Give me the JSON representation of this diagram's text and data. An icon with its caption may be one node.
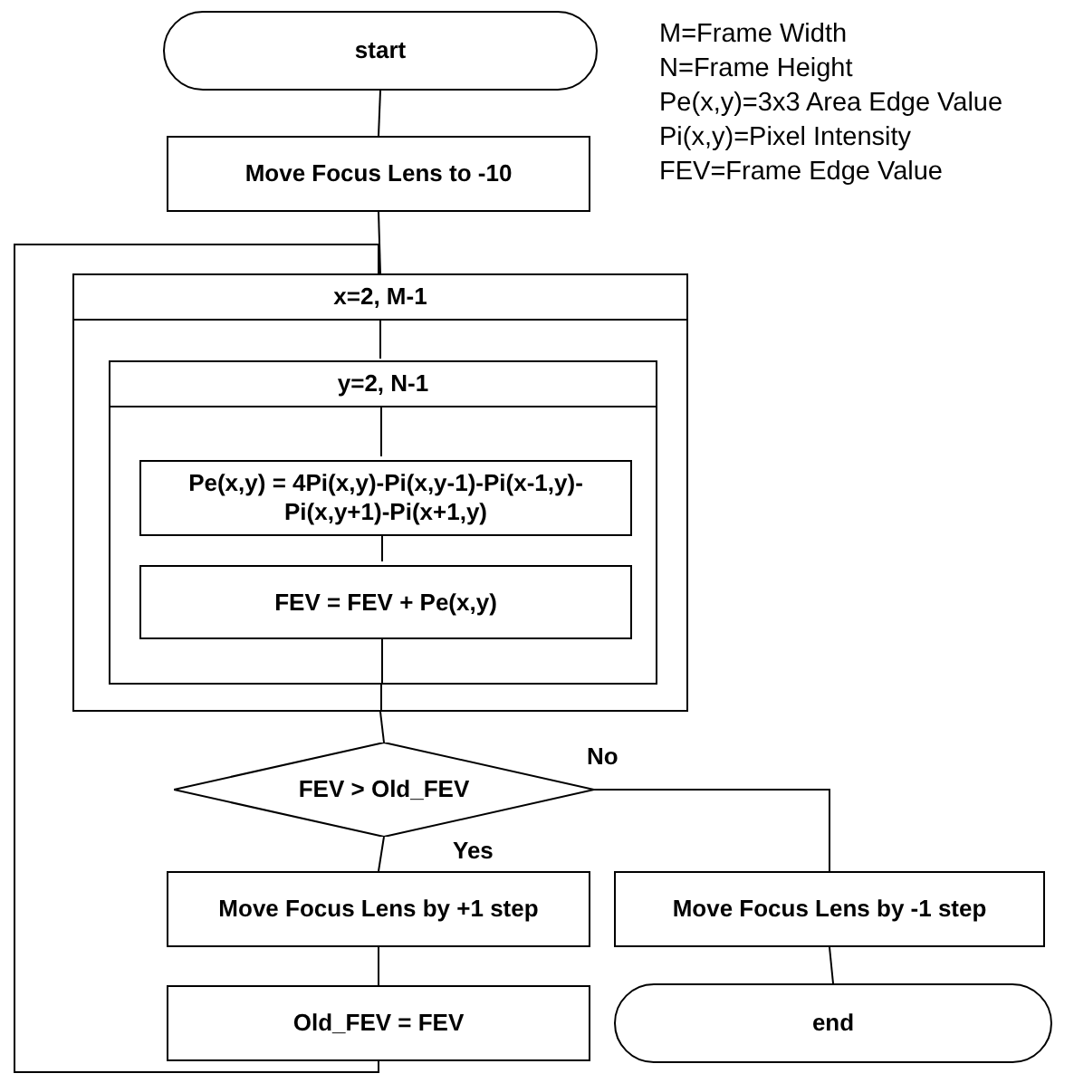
{
  "diagram": {
    "nodes": [
      {
        "text": [
          "start"
        ]
      },
      {
        "text": [
          "Move Focus Lens to -10"
        ]
      },
      {
        "text": [
          "x=2, M-1"
        ]
      },
      {
        "text": [
          "y=2, N-1"
        ],
        "in": 2
      },
      {
        "text": [
          "Pe(x,y) = 4Pi(x,y)-Pi(x,y-1)-Pi(x-1,y)- Pi(x,y+1)-Pi(x+1,y)"
        ],
        "in": 3
      },
      {
        "text": [
          "FEV = FEV + Pe(x,y)"
        ],
        "in": 3
      },
      {
        "text": [
          "FEV > Old_FEV"
        ]
      },
      {
        "text": [
          "Move Focus Lens by +1 step"
        ]
      },
      {
        "text": [
          "Move Focus Lens by -1 step"
        ]
      },
      {
        "text": [
          "Old_FEV = FEV"
        ]
      },
      {
        "text": [
          "end"
        ]
      }
    ],
    "edges": [
      {
        "from": 0,
        "to": 1,
        "arrow": "none"
      },
      {
        "from": 1,
        "to": 2,
        "arrow": "none"
      },
      {
        "from": 2,
        "to": 3,
        "arrow": "none"
      },
      {
        "from": 3,
        "to": 4,
        "arrow": "none"
      },
      {
        "from": 4,
        "to": 5,
        "arrow": "none"
      },
      {
        "from": 5,
        "to": 3,
        "arrow": "none"
      },
      {
        "from": 3,
        "to": 2,
        "arrow": "none"
      },
      {
        "from": 2,
        "to": 6,
        "arrow": "none"
      },
      {
        "from": 6,
        "to": 7,
        "label": "Yes",
        "arrow": "none"
      },
      {
        "from": 6,
        "to": 8,
        "label": "No",
        "arrow": "none"
      },
      {
        "from": 7,
        "to": 9,
        "arrow": "none"
      },
      {
        "from": 8,
        "to": 10,
        "arrow": "none"
      },
      {
        "from": 9,
        "to": 2,
        "arrow": "none"
      }
    ],
    "labels": [
      "M=Frame Width",
      "N=Frame Height",
      "Pe(x,y)=3x3 Area Edge Value",
      "Pi(x,y)=Pixel Intensity",
      "FEV=Frame Edge Value"
    ]
  }
}
